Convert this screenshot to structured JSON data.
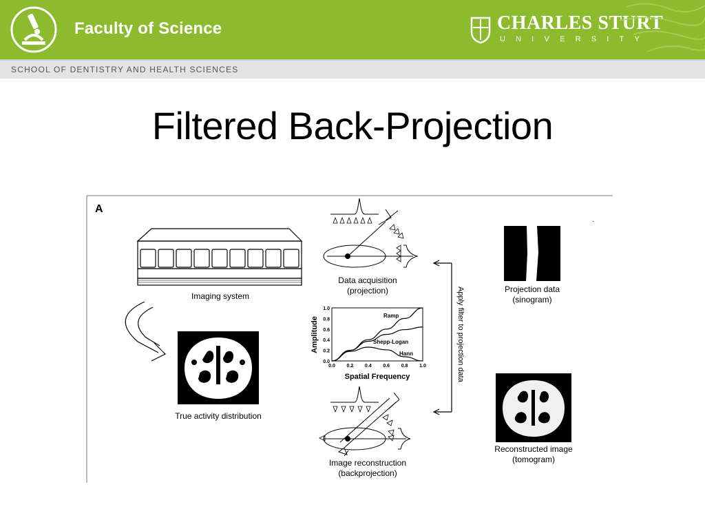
{
  "header": {
    "faculty_title": "Faculty of Science",
    "university_name": "CHARLES STURT",
    "university_sub": "UNIVERSITY",
    "colors": {
      "green": "#8dbb2e",
      "white": "#ffffff"
    },
    "icons": [
      "microscope-icon",
      "university-crest-icon"
    ]
  },
  "subheader": {
    "school_name": "SCHOOL OF DENTISTRY AND HEALTH SCIENCES"
  },
  "slide": {
    "title": "Filtered Back-Projection"
  },
  "figure": {
    "panel_label": "A",
    "imaging_system_label": "Imaging system",
    "true_activity_label": "True activity distribution",
    "data_acquisition_label_1": "Data acquisition",
    "data_acquisition_label_2": "(projection)",
    "projection_data_label_1": "Projection data",
    "projection_data_label_2": "(sinogram)",
    "apply_filter_label": "Apply filter to projection data",
    "reconstruction_label_1": "Image reconstruction",
    "reconstruction_label_2": "(backprojection)",
    "reconstructed_label_1": "Reconstructed image",
    "reconstructed_label_2": "(tomogram)"
  },
  "chart_data": {
    "type": "line",
    "xlabel": "Spatial Frequency",
    "ylabel": "Amplitude",
    "xlim": [
      0.0,
      1.0
    ],
    "ylim": [
      0.0,
      1.0
    ],
    "xticks": [
      "0.0",
      "0.2",
      "0.4",
      "0.6",
      "0.8",
      "1.0"
    ],
    "yticks": [
      "0.0",
      "0.2",
      "0.4",
      "0.6",
      "0.8",
      "1.0"
    ],
    "series": [
      {
        "name": "Ramp",
        "x": [
          0.0,
          0.2,
          0.4,
          0.6,
          0.8,
          1.0
        ],
        "values": [
          0.0,
          0.2,
          0.4,
          0.6,
          0.8,
          1.0
        ]
      },
      {
        "name": "Shepp-Logan",
        "x": [
          0.0,
          0.2,
          0.4,
          0.6,
          0.8,
          1.0
        ],
        "values": [
          0.0,
          0.2,
          0.37,
          0.5,
          0.59,
          0.64
        ]
      },
      {
        "name": "Hann",
        "x": [
          0.0,
          0.2,
          0.4,
          0.6,
          0.8,
          1.0
        ],
        "values": [
          0.0,
          0.18,
          0.26,
          0.21,
          0.08,
          0.0
        ]
      }
    ]
  }
}
